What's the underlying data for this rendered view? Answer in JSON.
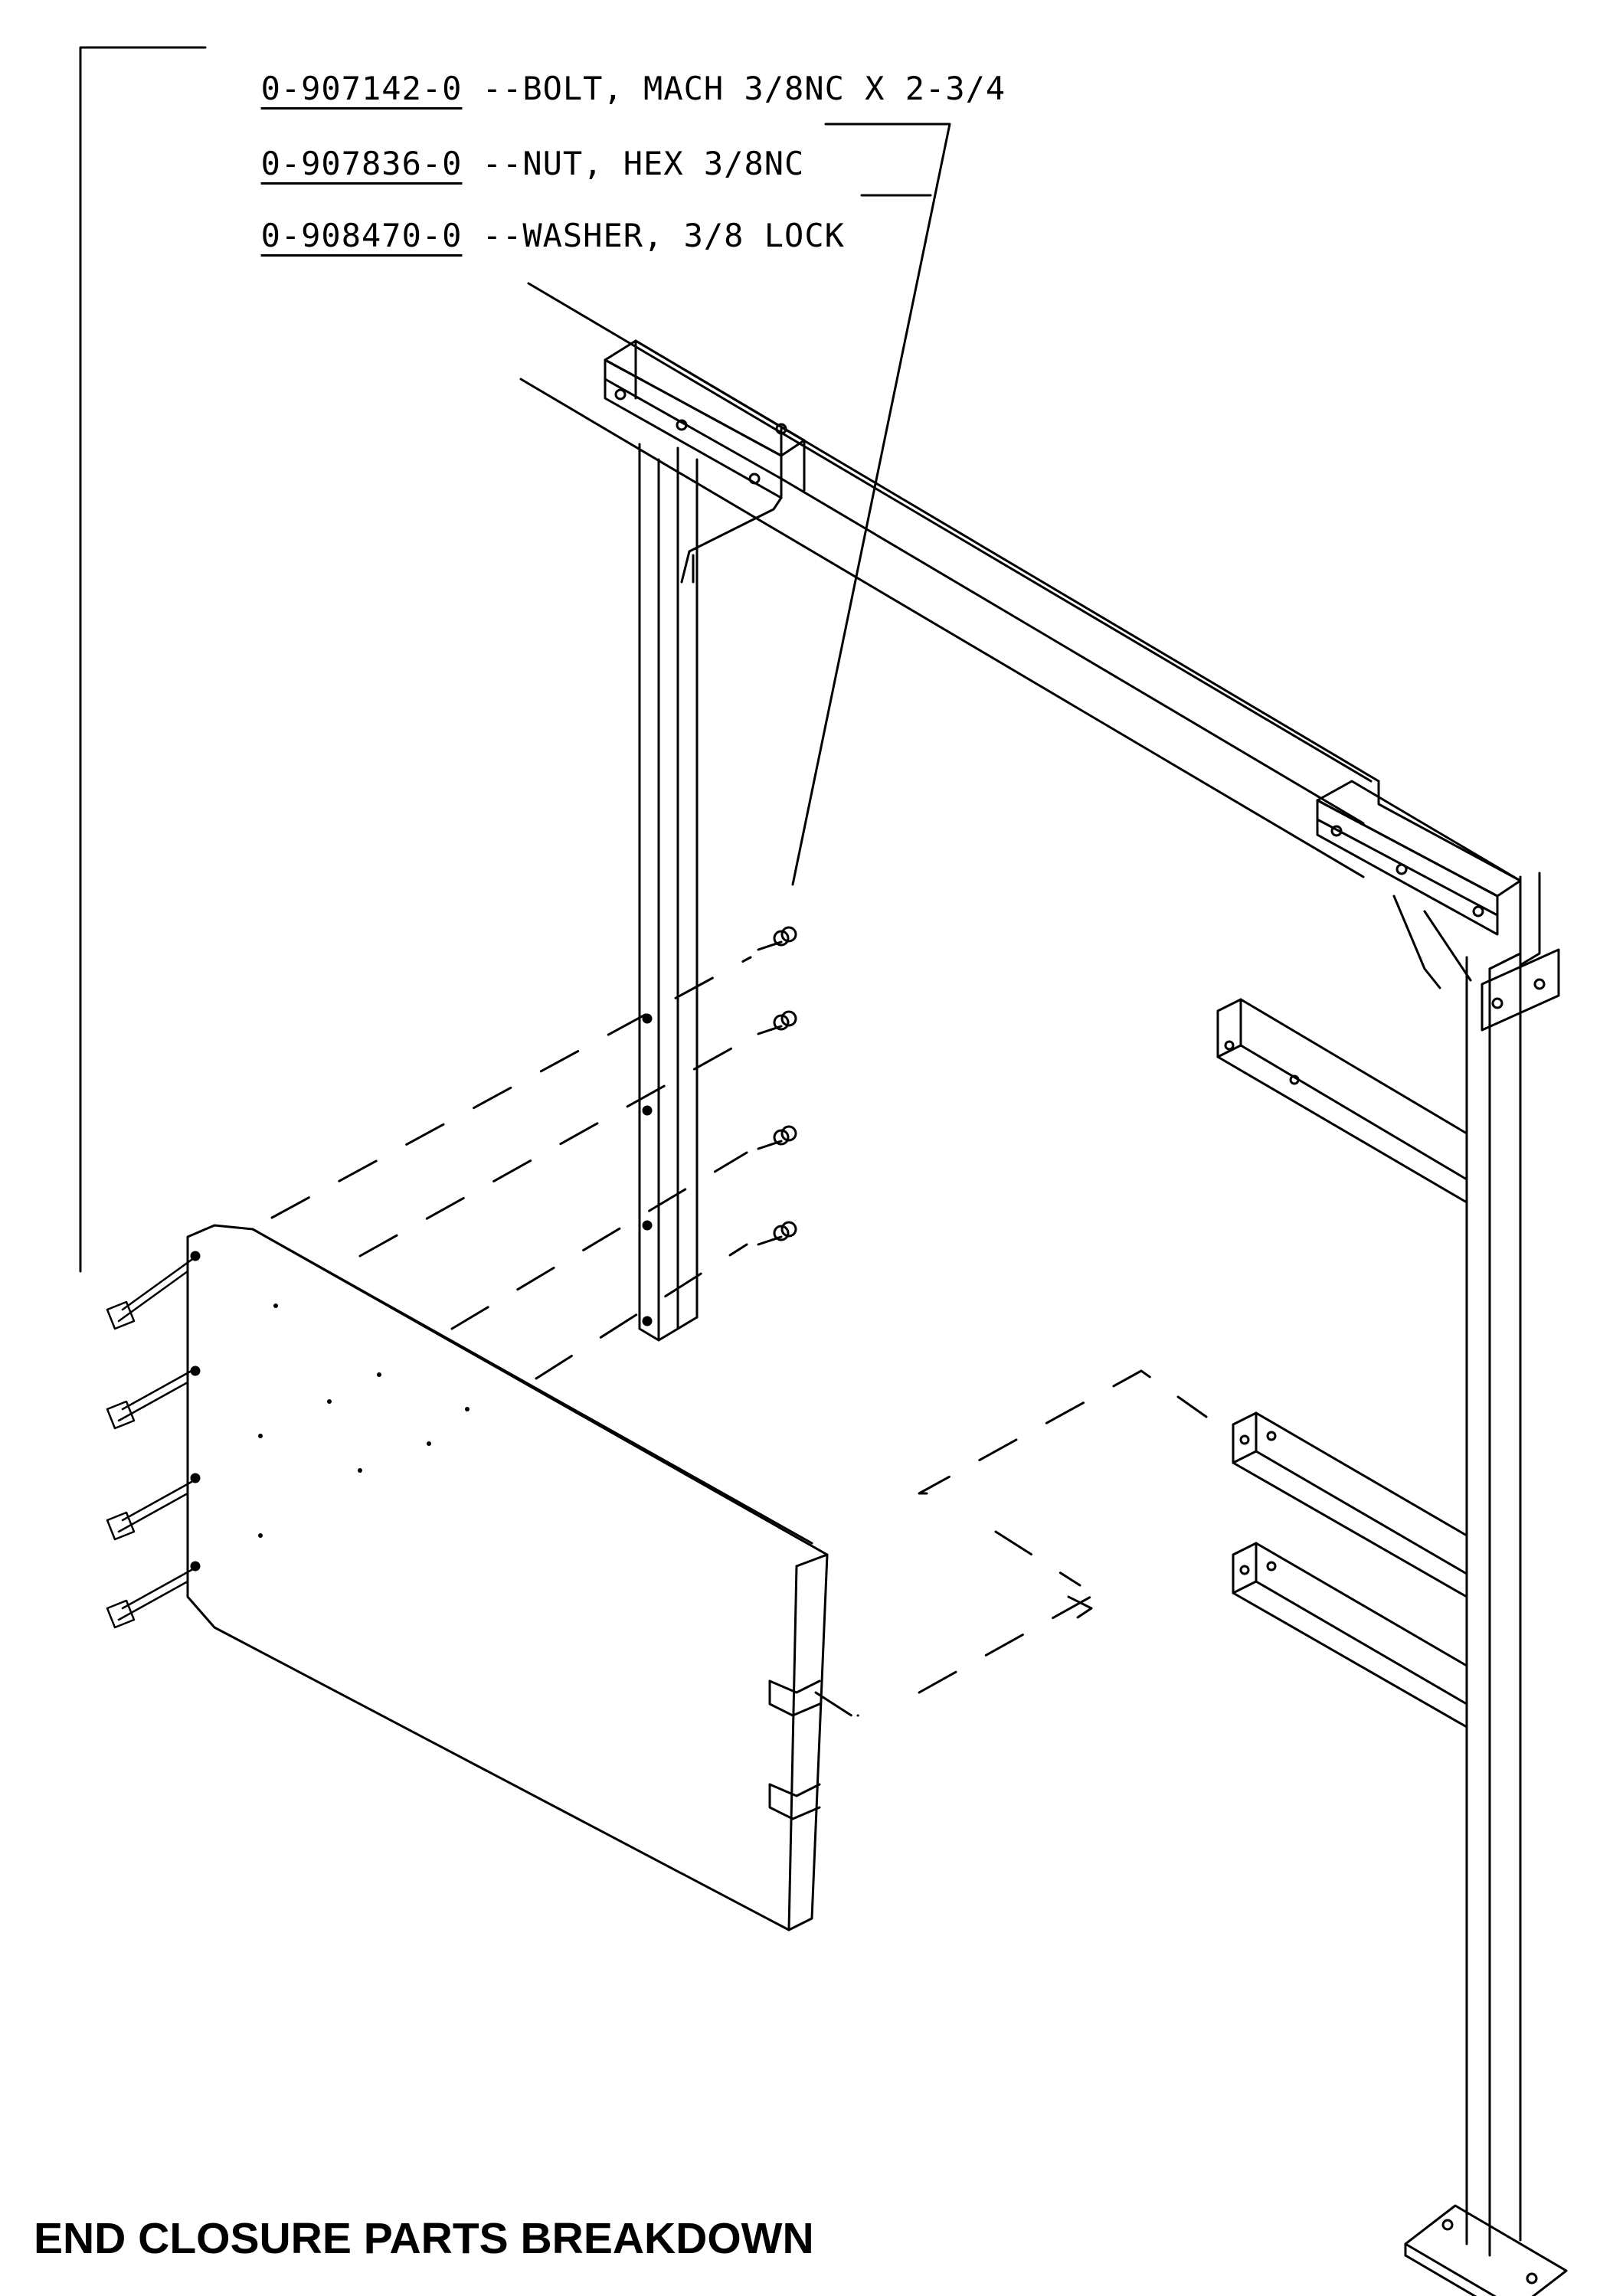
{
  "parts": [
    {
      "part_number": "0-907142-0",
      "description": "--BOLT, MACH 3/8NC X 2-3/4"
    },
    {
      "part_number": "0-907836-0",
      "description": "--NUT, HEX 3/8NC"
    },
    {
      "part_number": "0-908470-0",
      "description": "--WASHER, 3/8 LOCK"
    }
  ],
  "title": "END CLOSURE PARTS BREAKDOWN",
  "colors": {
    "ink": "#000000",
    "paper": "#ffffff"
  }
}
